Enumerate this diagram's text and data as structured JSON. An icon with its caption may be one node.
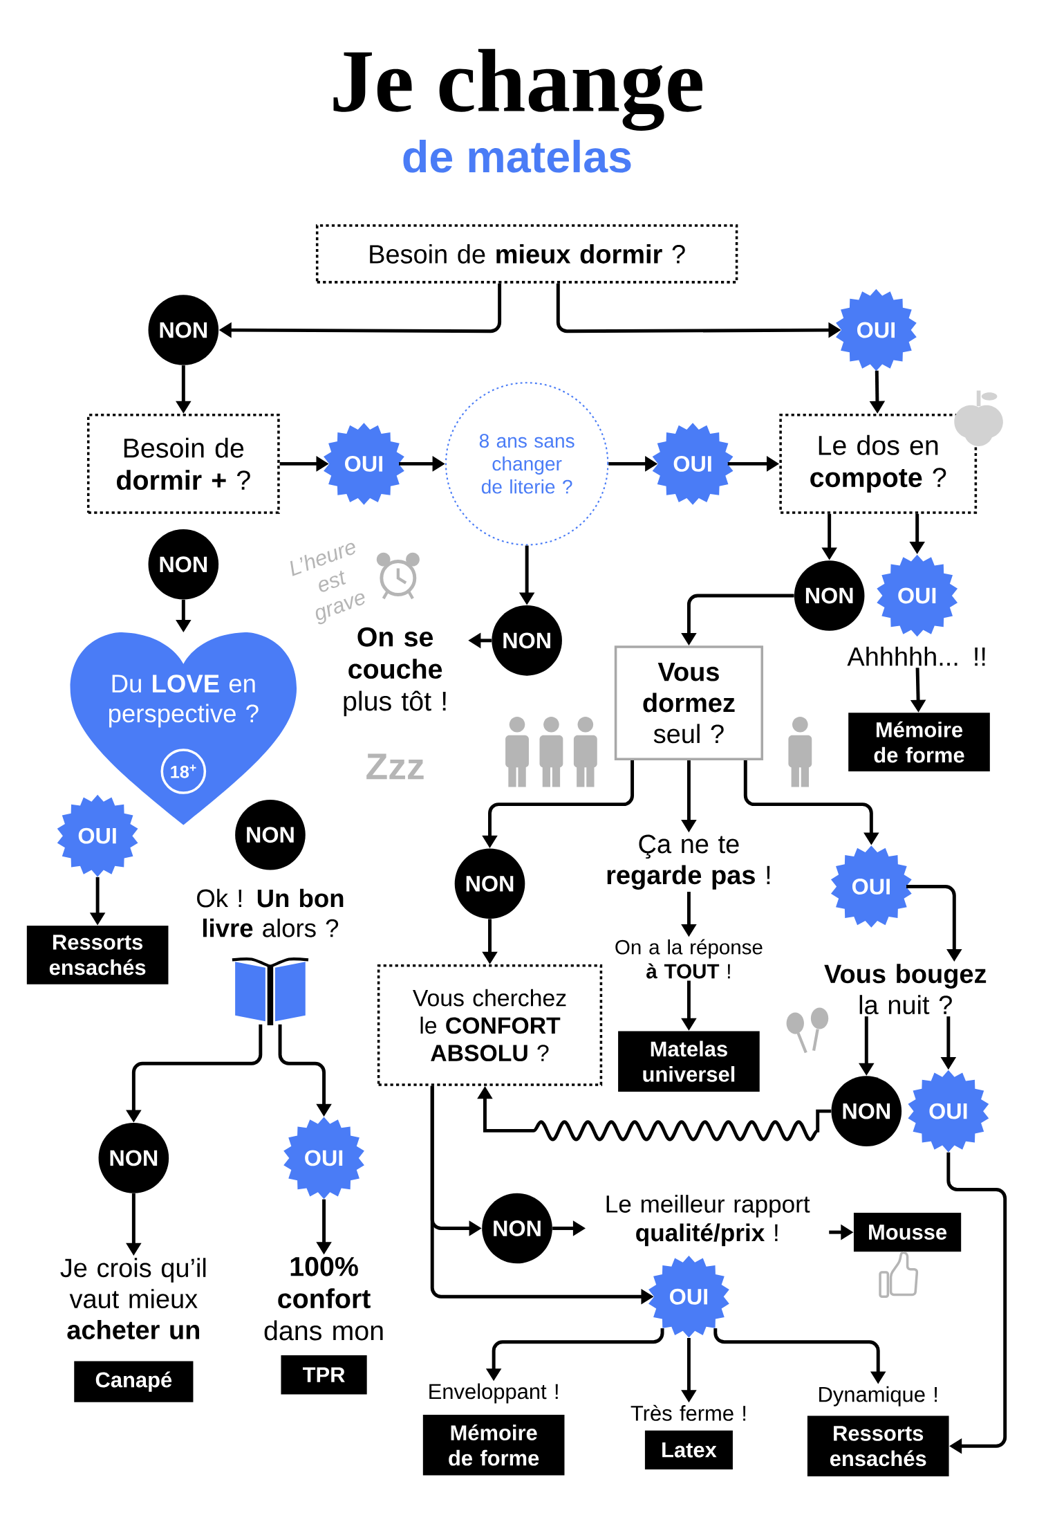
{
  "diagram": {
    "title": "Je change",
    "nodes": [
      {
        "text": [
          "Besoin de **mieux dormir** ?"
        ]
      },
      {
        "text": [
          "NON"
        ]
      },
      {
        "text": [
          "OUI"
        ]
      },
      {
        "text": [
          "Besoin de **dormir +** ?"
        ]
      },
      {
        "text": [
          "OUI"
        ]
      },
      {
        "text": [
          "8 ans sans changer de literie ?"
        ]
      },
      {
        "text": [
          "OUI"
        ]
      },
      {
        "text": [
          "Le dos en **compote** ?"
        ]
      },
      {
        "text": [
          "NON"
        ]
      },
      {
        "text": [
          "NON"
        ]
      },
      {
        "text": [
          "OUI"
        ]
      },
      {
        "text": [
          "Du **LOVE** en perspective ?"
        ]
      },
      {
        "text": [
          "NON"
        ]
      },
      {
        "text": [
          "**On se couche** plus tôt !"
        ]
      },
      {
        "text": [
          "**Vous dormez** seul ?"
        ]
      },
      {
        "text": [
          "Ahhhhh... !!"
        ]
      },
      {
        "text": [
          "Mémoire de forme"
        ]
      },
      {
        "text": [
          "OUI"
        ]
      },
      {
        "text": [
          "NON"
        ]
      },
      {
        "text": [
          "Ressorts ensachés"
        ]
      },
      {
        "text": [
          "Ok ! **Un bon livre** alors ?"
        ]
      },
      {
        "text": [],
        "shape": "book"
      },
      {
        "text": [
          "NON"
        ]
      },
      {
        "text": [
          "Ça ne te **regarde pas** !"
        ]
      },
      {
        "text": [
          "OUI"
        ]
      },
      {
        "text": [
          "On a la réponse **à TOUT** !"
        ]
      },
      {
        "text": [
          "**Vous bougez** la nuit ?"
        ]
      },
      {
        "text": [
          "Vous cherchez le **CONFORT ABSOLU** ?"
        ]
      },
      {
        "text": [
          "Matelas universel"
        ]
      },
      {
        "text": [
          "NON"
        ]
      },
      {
        "text": [
          "OUI"
        ]
      },
      {
        "text": [
          "NON"
        ]
      },
      {
        "text": [
          "OUI"
        ]
      },
      {
        "text": [
          "NON"
        ]
      },
      {
        "text": [
          "Le meilleur rapport **qualité/prix** !"
        ]
      },
      {
        "text": [
          "Mousse"
        ]
      },
      {
        "text": [
          "OUI"
        ]
      },
      {
        "text": [
          "Je crois qu’il vaut mieux **acheter un**"
        ]
      },
      {
        "text": [
          "**100% confort** dans mon"
        ]
      },
      {
        "text": [
          "Canapé"
        ]
      },
      {
        "text": [
          "TPR"
        ]
      },
      {
        "text": [
          "Enveloppant !"
        ]
      },
      {
        "text": [
          "Très ferme !"
        ]
      },
      {
        "text": [
          "Dynamique !"
        ]
      },
      {
        "text": [
          "Mémoire de forme"
        ]
      },
      {
        "text": [
          "Latex"
        ]
      },
      {
        "text": [
          "Ressorts ensachés"
        ]
      }
    ],
    "edges": [
      {
        "from": 0,
        "to": 1,
        "arrow": "to"
      },
      {
        "from": 0,
        "to": 2,
        "arrow": "to"
      },
      {
        "from": 1,
        "to": 3,
        "arrow": "to"
      },
      {
        "from": 3,
        "to": 4,
        "arrow": "to"
      },
      {
        "from": 4,
        "to": 5,
        "arrow": "to"
      },
      {
        "from": 5,
        "to": 6,
        "arrow": "to"
      },
      {
        "from": 6,
        "to": 7,
        "arrow": "to"
      },
      {
        "from": 2,
        "to": 7,
        "arrow": "to"
      },
      {
        "from": 7,
        "to": 9,
        "arrow": "to"
      },
      {
        "from": 7,
        "to": 10,
        "arrow": "to"
      },
      {
        "from": 5,
        "to": 12,
        "arrow": "to"
      },
      {
        "from": 12,
        "to": 13,
        "arrow": "to"
      },
      {
        "from": 9,
        "to": 14,
        "arrow": "to"
      },
      {
        "from": 15,
        "to": 16,
        "arrow": "to"
      },
      {
        "from": 8,
        "to": 11,
        "arrow": "to"
      },
      {
        "from": 17,
        "to": 19,
        "arrow": "to"
      },
      {
        "from": 21,
        "to": 29,
        "arrow": "to"
      },
      {
        "from": 21,
        "to": 30,
        "arrow": "to"
      },
      {
        "from": 29,
        "to": 37,
        "arrow": "to"
      },
      {
        "from": 30,
        "to": 38,
        "arrow": "to"
      },
      {
        "from": 14,
        "to": 22,
        "arrow": "to"
      },
      {
        "from": 14,
        "to": 23,
        "arrow": "to"
      },
      {
        "from": 14,
        "to": 24,
        "arrow": "to"
      },
      {
        "from": 22,
        "to": 27,
        "arrow": "to"
      },
      {
        "from": 23,
        "to": 25,
        "arrow": "to"
      },
      {
        "from": 25,
        "to": 28,
        "arrow": "to"
      },
      {
        "from": 24,
        "to": 26,
        "arrow": "to"
      },
      {
        "from": 26,
        "to": 31,
        "arrow": "to"
      },
      {
        "from": 26,
        "to": 32,
        "arrow": "to"
      },
      {
        "from": 31,
        "to": 27,
        "arrow": "to"
      },
      {
        "from": 32,
        "to": 46,
        "arrow": "to"
      },
      {
        "from": 27,
        "to": 33,
        "arrow": "to"
      },
      {
        "from": 27,
        "to": 36,
        "arrow": "to"
      },
      {
        "from": 33,
        "to": 34,
        "arrow": "to"
      },
      {
        "from": 34,
        "to": 35,
        "arrow": "to"
      },
      {
        "from": 36,
        "to": 41,
        "arrow": "to"
      },
      {
        "from": 36,
        "to": 42,
        "arrow": "to"
      },
      {
        "from": 36,
        "to": 43,
        "arrow": "to"
      }
    ],
    "labels": [
      "de matelas",
      "L’heure est grave",
      "Zzz",
      "18$^{+}$"
    ]
  }
}
